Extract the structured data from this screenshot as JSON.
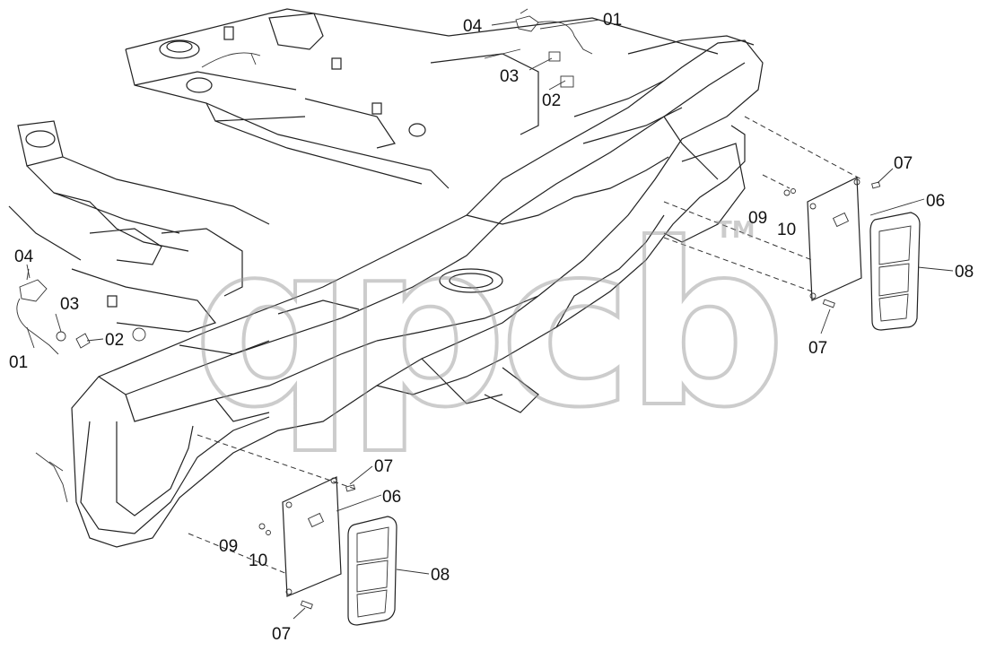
{
  "diagram": {
    "watermark": {
      "text": "qpcb",
      "tm": "TM"
    },
    "callouts": {
      "c01_top": "01",
      "c04_top": "04",
      "c03_top": "03",
      "c02_top": "02",
      "c04_left": "04",
      "c03_left": "03",
      "c02_left": "02",
      "c01_left": "01",
      "c07_right_top": "07",
      "c06_right": "06",
      "c09_right": "09",
      "c10_right": "10",
      "c08_right": "08",
      "c07_right_bottom": "07",
      "c07_bottom_top": "07",
      "c06_bottom": "06",
      "c09_bottom": "09",
      "c10_bottom": "10",
      "c08_bottom": "08",
      "c07_bottom_bottom": "07"
    },
    "colors": {
      "line": "#222222",
      "watermark": "#c8c8c8",
      "background": "#ffffff"
    }
  }
}
